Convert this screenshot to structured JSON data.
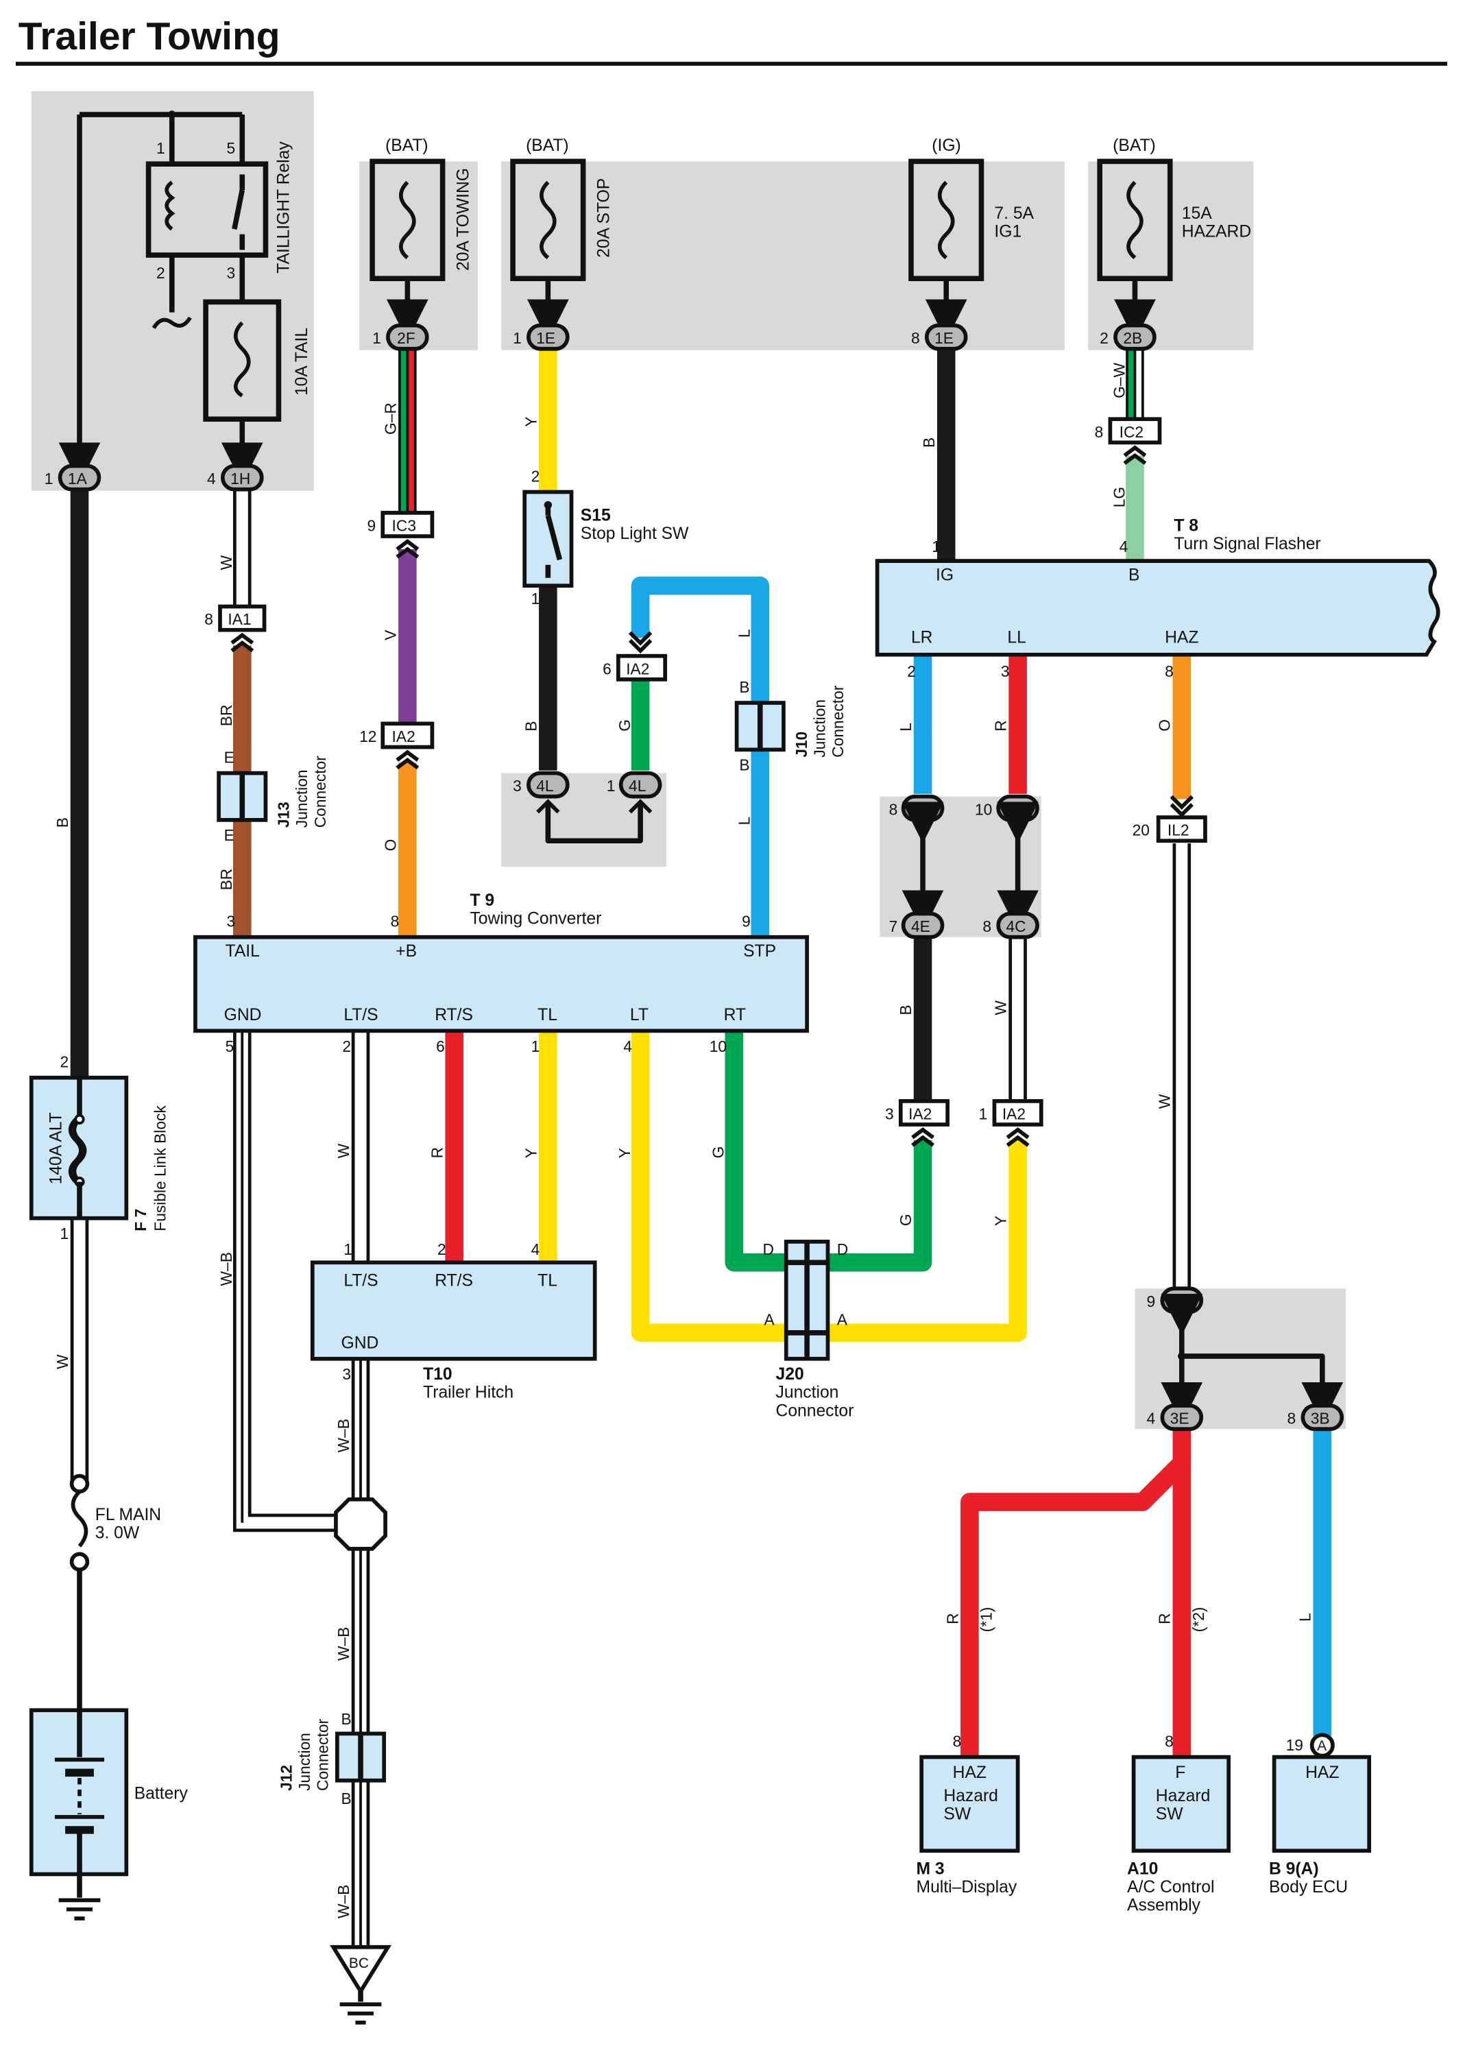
{
  "title": "Trailer Towing",
  "colors": {
    "black": "#1a1a1a",
    "white": "#ffffff",
    "yellow": "#ffe000",
    "blue": "#1aa7e8",
    "red": "#e8202a",
    "green": "#00a651",
    "orange": "#f7941d",
    "brown": "#a0522d",
    "violet": "#7f3f98",
    "light_green": "#8ccfa0",
    "component_fill": "#cce8f7",
    "shade": "#d9d9d9"
  },
  "supply": {
    "bat": "(BAT)",
    "ig": "(IG)"
  },
  "fuses": {
    "towing": "20A TOWING",
    "stop": "20A STOP",
    "ig1_a": "7. 5A",
    "ig1_b": "IG1",
    "hazard_a": "15A",
    "hazard_b": "HAZARD",
    "tail": "10A TAIL",
    "alt": "140A ALT",
    "fl_main_a": "FL MAIN",
    "fl_main_b": "3. 0W"
  },
  "relay": {
    "name": "TAILLIGHT Relay",
    "pins": [
      "1",
      "5",
      "2",
      "3"
    ]
  },
  "connectors": {
    "c1A": "1A",
    "c1H": "1H",
    "c2F": "2F",
    "c1E": "1E",
    "c2B": "2B",
    "IA1": "IA1",
    "IC3": "IC3",
    "IA2": "IA2",
    "IC2": "IC2",
    "IL2": "IL2",
    "c4L": "4L",
    "c4E": "4E",
    "c4C": "4C",
    "c3B": "3B",
    "c3E": "3E",
    "A": "A",
    "BC": "BC"
  },
  "pins": {
    "p1": "1",
    "p2": "2",
    "p3": "3",
    "p4": "4",
    "p5": "5",
    "p6": "6",
    "p7": "7",
    "p8": "8",
    "p9": "9",
    "p10": "10",
    "p12": "12",
    "p19": "19",
    "p20": "20"
  },
  "wires": {
    "B": "B",
    "W": "W",
    "BR": "BR",
    "GR": "G–R",
    "V": "V",
    "O": "O",
    "Y": "Y",
    "G": "G",
    "L": "L",
    "R": "R",
    "GW": "G–W",
    "LG": "LG",
    "WB": "W–B",
    "n1": "(*1)",
    "n2": "(*2)"
  },
  "junction_pins": {
    "E": "E",
    "B": "B",
    "D": "D",
    "A": "A"
  },
  "components": {
    "S15": {
      "id": "S15",
      "name": "Stop Light SW"
    },
    "T8": {
      "id": "T 8",
      "name": "Turn Signal Flasher",
      "terms": [
        "IG",
        "B",
        "LR",
        "LL",
        "HAZ"
      ]
    },
    "T9": {
      "id": "T 9",
      "name": "Towing Converter",
      "terms": [
        "TAIL",
        "+B",
        "STP",
        "GND",
        "LT/S",
        "RT/S",
        "TL",
        "LT",
        "RT"
      ]
    },
    "T10": {
      "id": "T10",
      "name": "Trailer Hitch",
      "terms": [
        "LT/S",
        "RT/S",
        "TL",
        "GND"
      ]
    },
    "J10": {
      "id": "J10",
      "name_a": "Junction",
      "name_b": "Connector"
    },
    "J12": {
      "id": "J12",
      "name_a": "Junction",
      "name_b": "Connector"
    },
    "J13": {
      "id": "J13",
      "name_a": "Junction",
      "name_b": "Connector"
    },
    "J20": {
      "id": "J20",
      "name_a": "Junction",
      "name_b": "Connector"
    },
    "F7": {
      "id": "F 7",
      "name": "Fusible Link Block"
    },
    "battery": "Battery",
    "M3": {
      "id": "M 3",
      "name": "Multi–Display",
      "term": "HAZ",
      "sw_a": "Hazard",
      "sw_b": "SW"
    },
    "A10": {
      "id": "A10",
      "name_a": "A/C Control",
      "name_b": "Assembly",
      "term": "F",
      "sw_a": "Hazard",
      "sw_b": "SW"
    },
    "B9": {
      "id": "B 9(A)",
      "name": "Body ECU",
      "term": "HAZ"
    }
  }
}
